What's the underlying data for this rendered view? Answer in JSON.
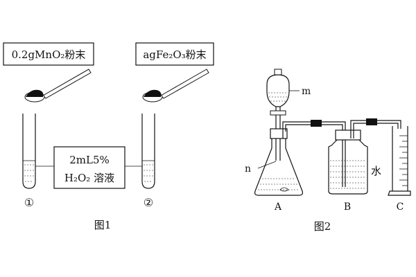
{
  "figure1": {
    "reagent_left": "0.2gMnO₂粉末",
    "reagent_right": "agFe₂O₃粉末",
    "solution_line1": "2mL5%",
    "solution_line2": "H₂O₂  溶液",
    "tube_left_label": "①",
    "tube_right_label": "②",
    "caption": "图1"
  },
  "figure2": {
    "funnel_label": "m",
    "tube_label": "n",
    "water_label": "水",
    "flask_label": "A",
    "bottle_label": "B",
    "cylinder_label": "C",
    "caption": "图2"
  }
}
